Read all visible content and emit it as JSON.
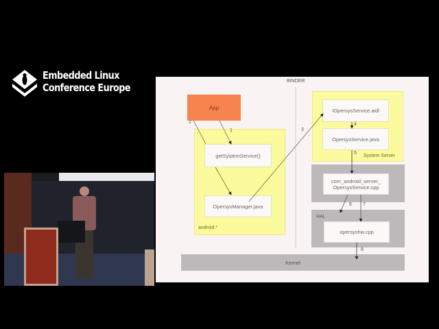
{
  "conference": {
    "line1": "Embedded Linux",
    "line2": "Conference Europe"
  },
  "speaker_video": {
    "description": "Speaker standing beside a podium with a laptop on stage"
  },
  "slide": {
    "binder_label": "BINDER",
    "app_label": "App",
    "android_pkg_label": "android.*",
    "get_system_service": "getSystemService()",
    "opersys_manager": "OpersysManager.java",
    "system_server_label": "System Server",
    "iopersys_aidl": "IOpersysService.aidl",
    "opersys_service_java": "OpersysService.java",
    "jni_line1": "com_android_server_",
    "jni_line2": "OpersysService.cpp",
    "hal_label": "HAL",
    "opersyshw": "opersyshw.cpp",
    "kernel_label": "Kernel",
    "steps": [
      "1",
      "2",
      "3",
      "4",
      "5",
      "6",
      "7",
      "8"
    ]
  },
  "colors": {
    "app_box": "#f6834e",
    "yellow_group": "#fbfa9c",
    "grey_group": "#bdb8b9",
    "slide_bg": "#f9f3f4"
  }
}
